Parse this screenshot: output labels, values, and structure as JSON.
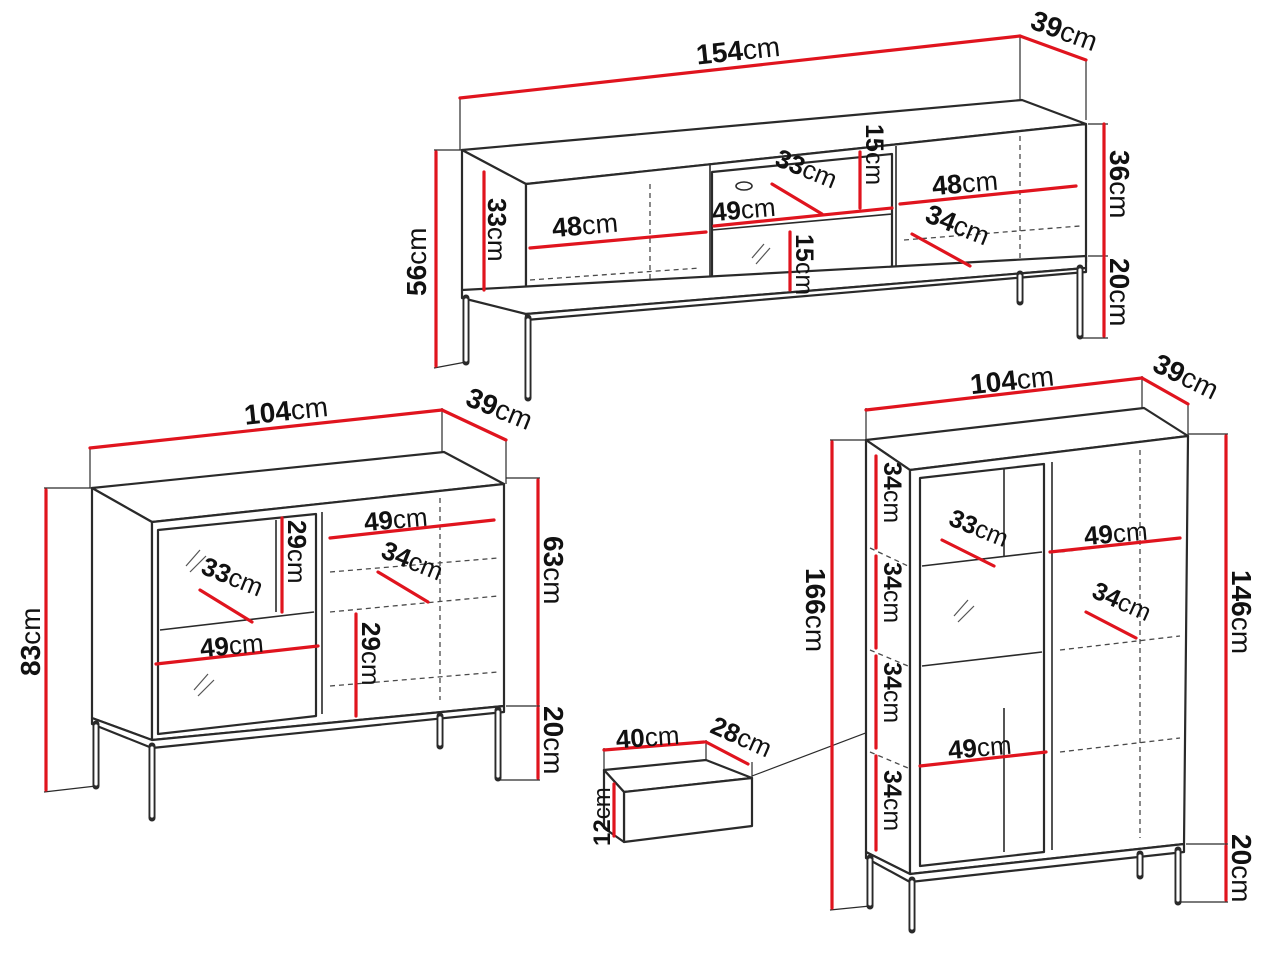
{
  "tv_unit": {
    "width": "154",
    "depth": "39",
    "height": "56",
    "leg_height_right": "20",
    "body_height_right": "36",
    "inner_height_left": "33",
    "shelf_left": "48",
    "shelf_right": "48",
    "depth_right": "34",
    "drawer_width": "49",
    "drawer_depth": "33",
    "drawer_height_top": "15",
    "drawer_height_bottom": "15"
  },
  "sideboard": {
    "width": "104",
    "depth": "39",
    "height": "83",
    "body_height": "63",
    "leg_height": "20",
    "left_upper_height": "29",
    "left_lower_height": "29",
    "left_depth": "33",
    "left_width": "49",
    "right_width": "49",
    "right_depth": "34"
  },
  "vitrine": {
    "width": "104",
    "depth": "39",
    "height": "166",
    "body_height": "146",
    "leg_height": "20",
    "left_depth": "33",
    "right_top_width": "49",
    "right_depth": "34",
    "left_width": "49",
    "left_heights": [
      "34",
      "34",
      "34",
      "34"
    ]
  },
  "drawer": {
    "width": "40",
    "depth": "28",
    "height": "12"
  },
  "unit_label": "cm"
}
